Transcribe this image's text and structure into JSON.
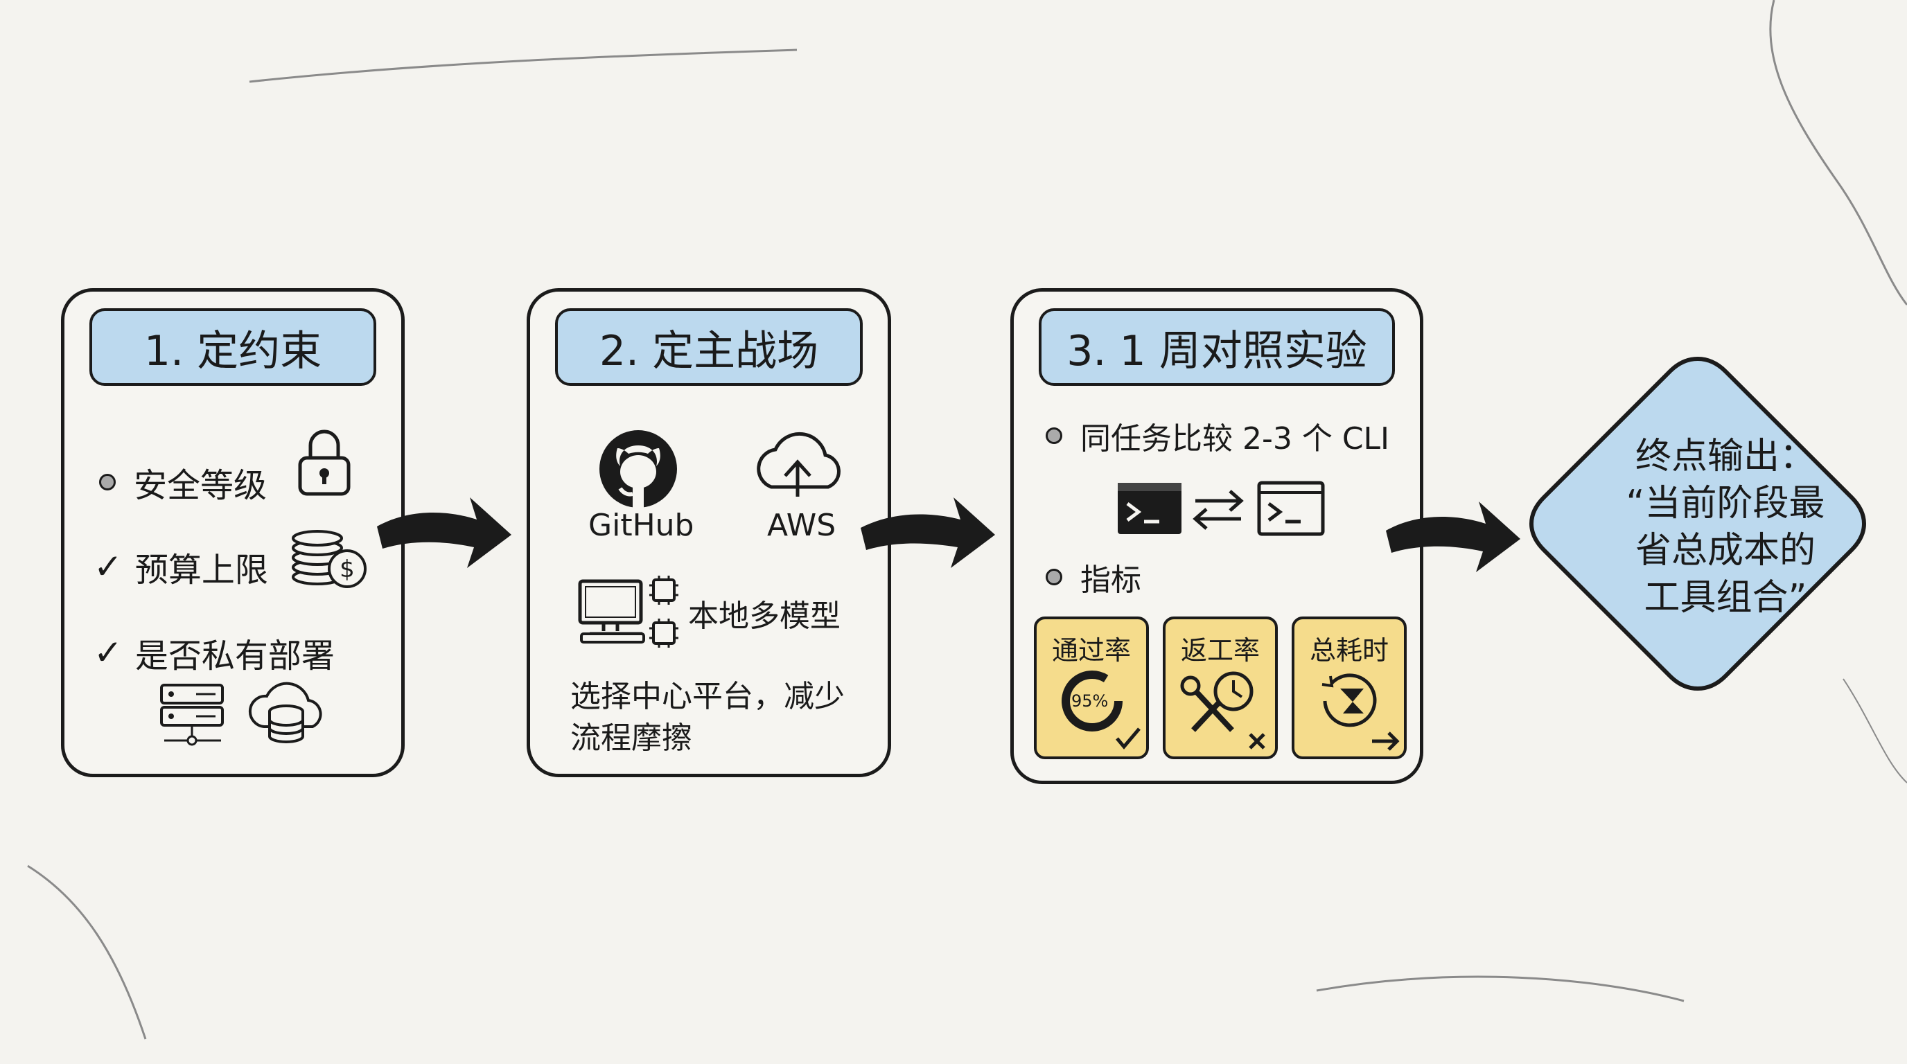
{
  "steps": [
    {
      "title": "1. 定约束",
      "items": [
        {
          "marker": "dot",
          "label": "安全等级",
          "icon": "padlock-icon"
        },
        {
          "marker": "check",
          "label": "预算上限",
          "icon": "coins-icon"
        },
        {
          "marker": "check",
          "label": "是否私有部署",
          "icon": "server-icon"
        }
      ],
      "extra_icons": [
        "server-rack-icon",
        "cloud-database-icon"
      ]
    },
    {
      "title": "2. 定主战场",
      "platforms": [
        {
          "label": "GitHub",
          "icon": "github-icon"
        },
        {
          "label": "AWS",
          "icon": "cloud-upload-icon"
        }
      ],
      "local_label": "本地多模型",
      "local_icon": "computer-chip-icon",
      "note_line1": "选择中心平台，减少",
      "note_line2": "流程摩擦"
    },
    {
      "title": "3. 1 周对照实验",
      "compare_label": "同任务比较 2-3 个 CLI",
      "compare_icons": [
        "terminal-dark-icon",
        "swap-arrows-icon",
        "terminal-light-icon"
      ],
      "metrics_label": "指标",
      "metrics": [
        {
          "label": "通过率",
          "badge": "95%",
          "icon": "gauge-check-icon"
        },
        {
          "label": "返工率",
          "icon": "tools-clock-icon"
        },
        {
          "label": "总耗时",
          "icon": "hourglass-timer-icon"
        }
      ]
    }
  ],
  "output": {
    "line1": "终点输出：",
    "line2": "“当前阶段最",
    "line3": "省总成本的",
    "line4": "工具组合”"
  },
  "colors": {
    "title_fill": "#bcd9ee",
    "metric_fill": "#f5dc8c",
    "outline": "#1b1b1b",
    "background": "#f4f3ef"
  }
}
